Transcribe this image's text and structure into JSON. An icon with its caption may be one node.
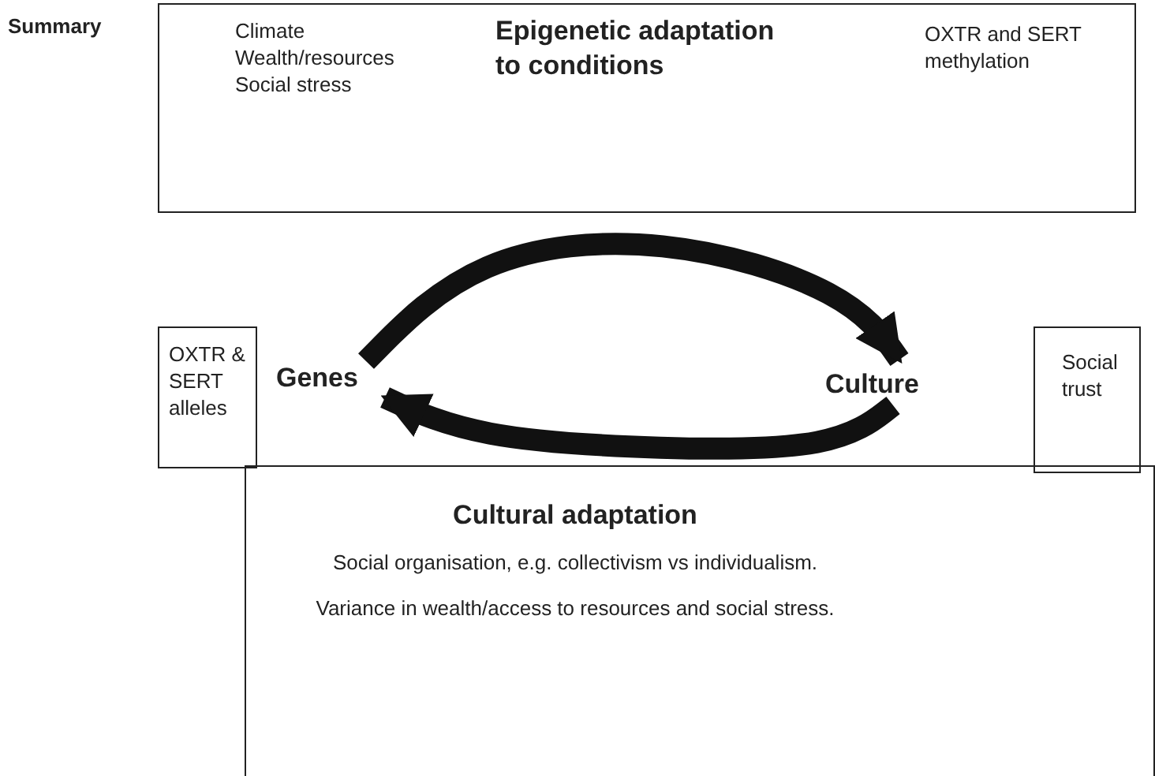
{
  "diagram": {
    "nodes": [
      {
        "text": [
          "Climate Wealth/resources Social stress",
          "Epigenetic adaptation to conditions",
          "OXTR and SERT methylation"
        ]
      },
      {
        "text": [
          "OXTR & SERT alleles"
        ]
      },
      {
        "text": [
          "Genes"
        ]
      },
      {
        "text": [
          "Culture"
        ]
      },
      {
        "text": [
          "Social trust"
        ]
      },
      {
        "text": [
          "Cultural adaptation",
          "Social organisation, e.g. collectivism vs individualism.",
          "Variance in wealth/access to resources and social stress."
        ]
      }
    ],
    "edges": [
      {
        "from": 2,
        "to": 3,
        "arrow": "to"
      },
      {
        "from": 3,
        "to": 2,
        "arrow": "to"
      }
    ],
    "labels": [
      "Summary"
    ]
  }
}
